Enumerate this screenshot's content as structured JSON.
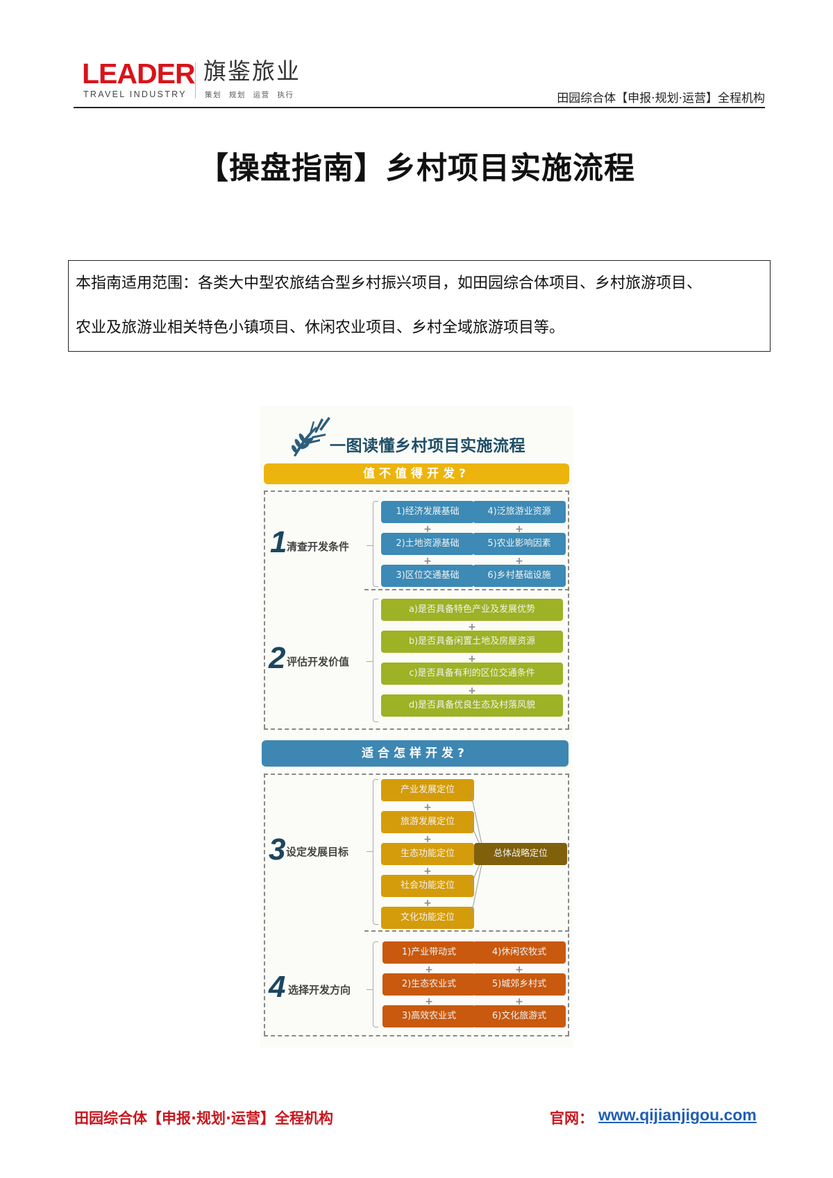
{
  "header": {
    "logo_en": "LEADER",
    "logo_en_sub": "TRAVEL INDUSTRY",
    "logo_cn": "旗鉴旅业",
    "logo_cn_sub": "策划 规划 运营 执行",
    "slogan": "田园综合体【申报·规划·运营】全程机构"
  },
  "title": "【操盘指南】乡村项目实施流程",
  "intro": {
    "line1": "本指南适用范围：各类大中型农旅结合型乡村振兴项目，如田园综合体项目、乡村旅游项目、",
    "line2": "农业及旅游业相关特色小镇项目、休闲农业项目、乡村全域旅游项目等。"
  },
  "infographic": {
    "icon": "wheat-icon",
    "title": "一图读懂乡村项目实施流程",
    "colors": {
      "yellow_banner": "#ecb40d",
      "blue_banner": "#3e87b3",
      "blue_box": "#3c8ab5",
      "green_box": "#9db225",
      "gold_box": "#d49c0a",
      "dark_gold_box": "#80600b",
      "orange_box": "#c8590e",
      "step_number": "#1c4660"
    },
    "section1_banner": "值不值得开发?",
    "section2_banner": "适合怎样开发?",
    "steps": [
      {
        "number": "1",
        "label": "清查开发条件",
        "items": [
          "1)经济发展基础",
          "2)土地资源基础",
          "3)区位交通基础",
          "4)泛旅游业资源",
          "5)农业影响因素",
          "6)乡村基础设施"
        ]
      },
      {
        "number": "2",
        "label": "评估开发价值",
        "items": [
          "a)是否具备特色产业及发展优势",
          "b)是否具备闲置土地及房屋资源",
          "c)是否具备有利的区位交通条件",
          "d)是否具备优良生态及村落风貌"
        ]
      },
      {
        "number": "3",
        "label": "设定发展目标",
        "items": [
          "产业发展定位",
          "旅游发展定位",
          "生态功能定位",
          "社会功能定位",
          "文化功能定位"
        ],
        "hub": "总体战略定位"
      },
      {
        "number": "4",
        "label": "选择开发方向",
        "items": [
          "1)产业带动式",
          "2)生态农业式",
          "3)高效农业式",
          "4)休闲农牧式",
          "5)城郊乡村式",
          "6)文化旅游式"
        ]
      }
    ],
    "plus": "+"
  },
  "footer": {
    "left": "田园综合体【申报·规划·运营】全程机构",
    "site_label": "官网：",
    "site_url": "www.qijianjigou.com"
  }
}
